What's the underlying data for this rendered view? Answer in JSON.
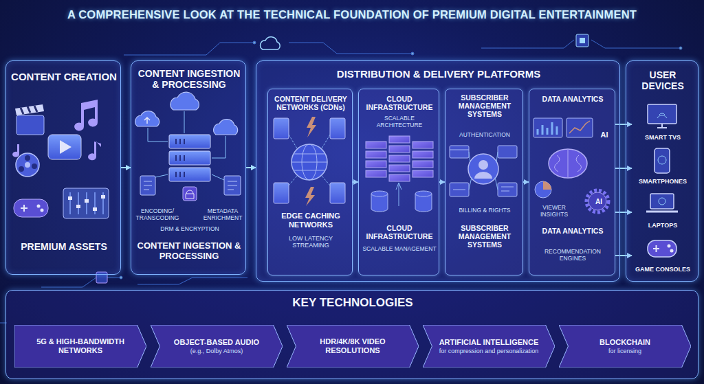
{
  "diagram": {
    "title": "A COMPREHENSIVE LOOK AT THE TECHNICAL FOUNDATION OF PREMIUM DIGITAL ENTERTAINMENT",
    "nodes": [
      {
        "text": [
          "CONTENT CREATION",
          "PREMIUM ASSETS"
        ]
      },
      {
        "text": [
          "CONTENT INGESTION & PROCESSING",
          "ENCODING/ TRANSCODING",
          "DRM & ENCRYPTION",
          "METADATA ENRICHMENT",
          "CONTENT INGESTION & PROCESSING"
        ]
      },
      {
        "text": [
          "DISTRIBUTION & DELIVERY PLATFORMS"
        ]
      },
      {
        "text": [
          "CONTENT DELIVERY NETWORKS (CDNs)",
          "EDGE CACHING NETWORKS",
          "LOW LATENCY STREAMING"
        ],
        "in": 2
      },
      {
        "text": [
          "CLOUD INFRASTRUCTURE",
          "SCALABLE ARCHITECTURE",
          "CLOUD INFRASTRUCTURE",
          "SCALABLE MANAGEMENT"
        ],
        "in": 2
      },
      {
        "text": [
          "SUBSCRIBER MANAGEMENT SYSTEMS",
          "AUTHENTICATION",
          "BILLING & RIGHTS",
          "SUBSCRIBER MANAGEMENT SYSTEMS"
        ],
        "in": 2
      },
      {
        "text": [
          "DATA ANALYTICS",
          "AI",
          "VIEWER INSIGHTS",
          "AI",
          "DATA ANALYTICS",
          "RECOMMENDATION ENGINES"
        ],
        "in": 2
      },
      {
        "text": [
          "USER DEVICES"
        ]
      },
      {
        "text": [
          "SMART TVS"
        ],
        "in": 7
      },
      {
        "text": [
          "SMARTPHONES"
        ],
        "in": 7
      },
      {
        "text": [
          "LAPTOPS"
        ],
        "in": 7
      },
      {
        "text": [
          "GAME CONSOLES"
        ],
        "in": 7
      },
      {
        "text": [
          "KEY TECHNOLOGIES"
        ]
      },
      {
        "text": [
          "5G & HIGH-BANDWIDTH NETWORKS"
        ],
        "in": 12
      },
      {
        "text": [
          "OBJECT-BASED AUDIO",
          "(e.g., Dolby Atmos)"
        ],
        "in": 12
      },
      {
        "text": [
          "HDR/4K/8K VIDEO RESOLUTIONS"
        ],
        "in": 12
      },
      {
        "text": [
          "ARTIFICIAL INTELLIGENCE",
          "for compression and personalization"
        ],
        "in": 12
      },
      {
        "text": [
          "BLOCKCHAIN",
          "for licensing"
        ],
        "in": 12
      }
    ],
    "edges": [
      {
        "from": 0,
        "to": 1,
        "arrow": "to"
      },
      {
        "from": 1,
        "to": 2,
        "arrow": "to"
      },
      {
        "from": 3,
        "to": 4,
        "arrow": "to"
      },
      {
        "from": 4,
        "to": 5,
        "arrow": "to"
      },
      {
        "from": 5,
        "to": 6,
        "arrow": "to"
      },
      {
        "from": 6,
        "to": 8,
        "arrow": "to"
      },
      {
        "from": 6,
        "to": 9,
        "arrow": "to"
      },
      {
        "from": 6,
        "to": 10,
        "arrow": "to"
      },
      {
        "from": 6,
        "to": 11,
        "arrow": "to"
      }
    ]
  }
}
